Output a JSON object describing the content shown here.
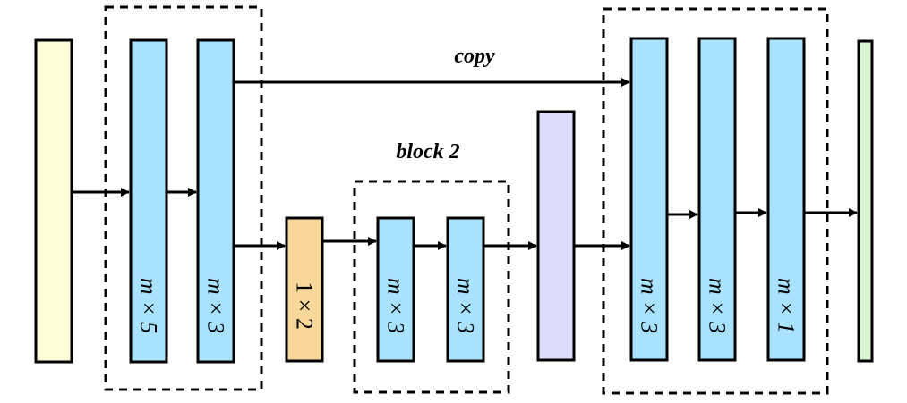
{
  "colors": {
    "input": "#FFFCD8",
    "conv": "#A8E2FF",
    "pool": "#F8D89A",
    "mid": "#DCDCFA",
    "output": "#D6F5D0",
    "stroke": "#000000"
  },
  "labels": {
    "copy": "copy",
    "block2": "block 2",
    "enc_conv1": "m × 5",
    "enc_conv2": "m × 3",
    "pool": "1 × 2",
    "b2_conv1": "m × 3",
    "b2_conv2": "m × 3",
    "dec_conv1": "m × 3",
    "dec_conv2": "m × 3",
    "dec_conv3": "m × 1"
  }
}
